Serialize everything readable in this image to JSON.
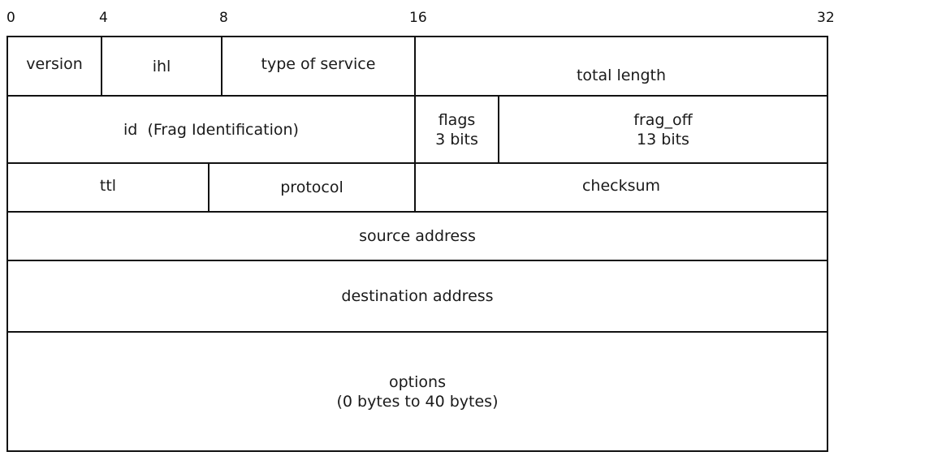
{
  "bit_ruler": [
    "0",
    "4",
    "8",
    "16",
    "32"
  ],
  "fields": {
    "version": "version",
    "ihl": "ihl",
    "type_of_service": "type of service",
    "total_length": "total length",
    "id": "id  (Frag Identification)",
    "flags": {
      "name": "flags",
      "size": "3 bits"
    },
    "frag_off": {
      "name": "frag_off",
      "size": "13 bits"
    },
    "ttl": "ttl",
    "protocol": "protocol",
    "checksum": "checksum",
    "source_address": "source address",
    "destination_address": "destination address",
    "options": {
      "name": "options",
      "size": "(0 bytes to 40 bytes)"
    }
  }
}
